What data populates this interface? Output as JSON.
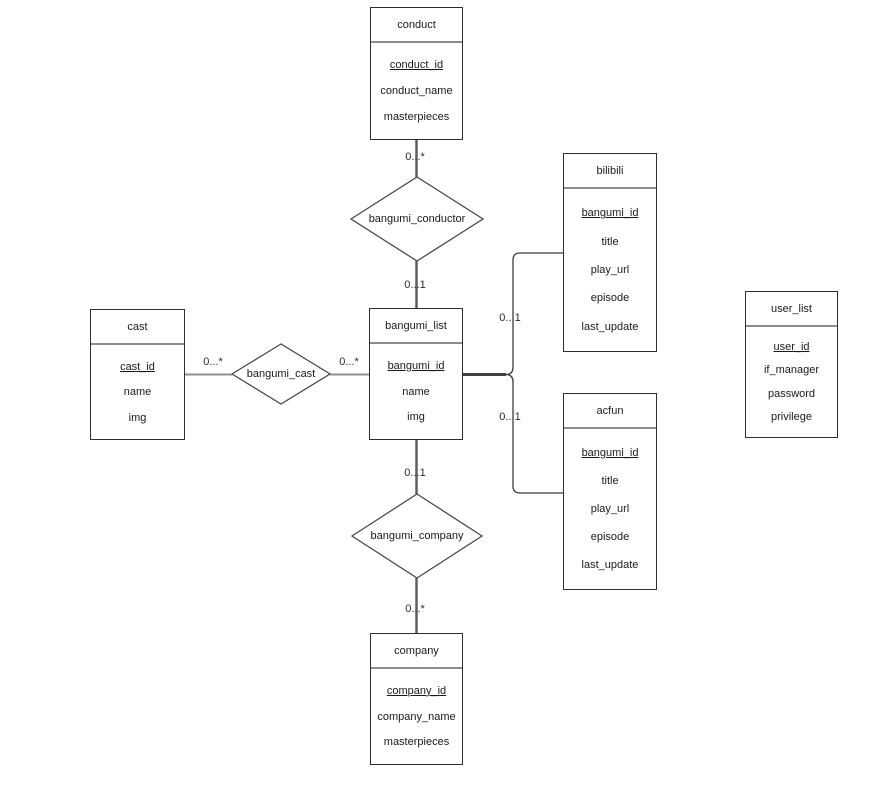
{
  "canvas": {
    "background": "#ffffff",
    "line_color": "#5f5f5f",
    "text_color": "#1a1a1a"
  },
  "entities": {
    "conduct": {
      "title": "conduct",
      "attributes": [
        {
          "label": "conduct_id",
          "key": true
        },
        {
          "label": "conduct_name",
          "key": false
        },
        {
          "label": "masterpieces",
          "key": false
        }
      ]
    },
    "bilibili": {
      "title": "bilibili",
      "attributes": [
        {
          "label": "bangumi_id",
          "key": true
        },
        {
          "label": "title",
          "key": false
        },
        {
          "label": "play_url",
          "key": false
        },
        {
          "label": "episode",
          "key": false
        },
        {
          "label": "last_update",
          "key": false
        }
      ]
    },
    "cast": {
      "title": "cast",
      "attributes": [
        {
          "label": "cast_id",
          "key": true
        },
        {
          "label": "name",
          "key": false
        },
        {
          "label": "img",
          "key": false
        }
      ]
    },
    "bangumi_list": {
      "title": "bangumi_list",
      "attributes": [
        {
          "label": "bangumi_id",
          "key": true
        },
        {
          "label": "name",
          "key": false
        },
        {
          "label": "img",
          "key": false
        }
      ]
    },
    "acfun": {
      "title": "acfun",
      "attributes": [
        {
          "label": "bangumi_id",
          "key": true
        },
        {
          "label": "title",
          "key": false
        },
        {
          "label": "play_url",
          "key": false
        },
        {
          "label": "episode",
          "key": false
        },
        {
          "label": "last_update",
          "key": false
        }
      ]
    },
    "user_list": {
      "title": "user_list",
      "attributes": [
        {
          "label": "user_id",
          "key": true
        },
        {
          "label": "if_manager",
          "key": false
        },
        {
          "label": "password",
          "key": false
        },
        {
          "label": "privilege",
          "key": false
        }
      ]
    },
    "company": {
      "title": "company",
      "attributes": [
        {
          "label": "company_id",
          "key": true
        },
        {
          "label": "company_name",
          "key": false
        },
        {
          "label": "masterpieces",
          "key": false
        }
      ]
    }
  },
  "relationships": {
    "bangumi_conductor": {
      "label": "bangumi_conductor"
    },
    "bangumi_cast": {
      "label": "bangumi_cast"
    },
    "bangumi_company": {
      "label": "bangumi_company"
    }
  },
  "cardinalities": {
    "conduct_to_conductor": "0...*",
    "conductor_to_bangumi_list": "0...1",
    "cast_to_bangumi_cast": "0...*",
    "bangumi_cast_to_bangumi_list": "0...*",
    "bangumi_list_to_bilibili": "0...1",
    "bangumi_list_to_acfun": "0...1",
    "bangumi_list_to_bangumi_company": "0...1",
    "bangumi_company_to_company": "0...*"
  }
}
